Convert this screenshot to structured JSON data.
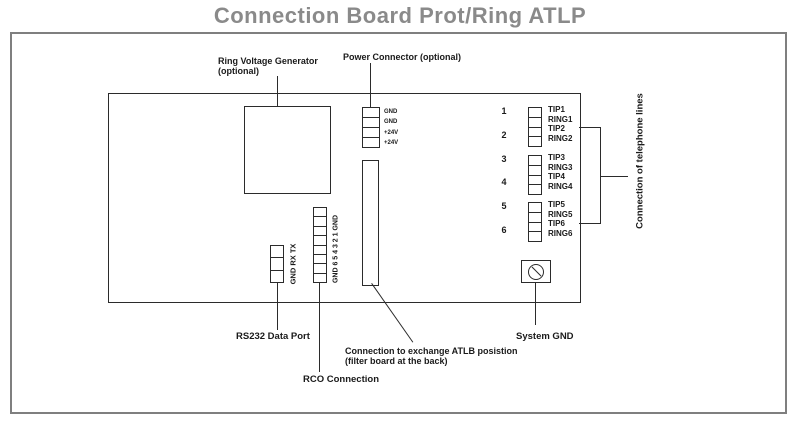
{
  "title": "Connection Board Prot/Ring ATLP",
  "ring_voltage_generator": {
    "label_line1": "Ring Voltage Generator",
    "label_line2": "(optional)"
  },
  "power_connector": {
    "label": "Power Connector (optional)",
    "pins": [
      "GND",
      "GND",
      "+24V",
      "+24V"
    ]
  },
  "telephone": {
    "bracket_label": "Connection of telephone lines",
    "groups": [
      {
        "num_a": "1",
        "num_b": "2",
        "pins": [
          "TIP1",
          "RING1",
          "TIP2",
          "RING2"
        ]
      },
      {
        "num_a": "3",
        "num_b": "4",
        "pins": [
          "TIP3",
          "RING3",
          "TIP4",
          "RING4"
        ]
      },
      {
        "num_a": "5",
        "num_b": "6",
        "pins": [
          "TIP5",
          "RING5",
          "TIP6",
          "RING6"
        ]
      }
    ]
  },
  "rs232": {
    "pin_label": "GND RX TX",
    "label": "RS232 Data Port"
  },
  "rco": {
    "pin_label": "GND 6 5 4 3 2 1 GND",
    "label": "RCO Connection"
  },
  "atlb": {
    "label_line1": "Connection to exchange ATLB posistion",
    "label_line2": "(filter board at the back)"
  },
  "system_gnd": {
    "label": "System GND"
  },
  "colors": {
    "title": "#8a8a8a",
    "frame_border": "#7f7f7f",
    "diagram_line": "#2b2b2b"
  }
}
